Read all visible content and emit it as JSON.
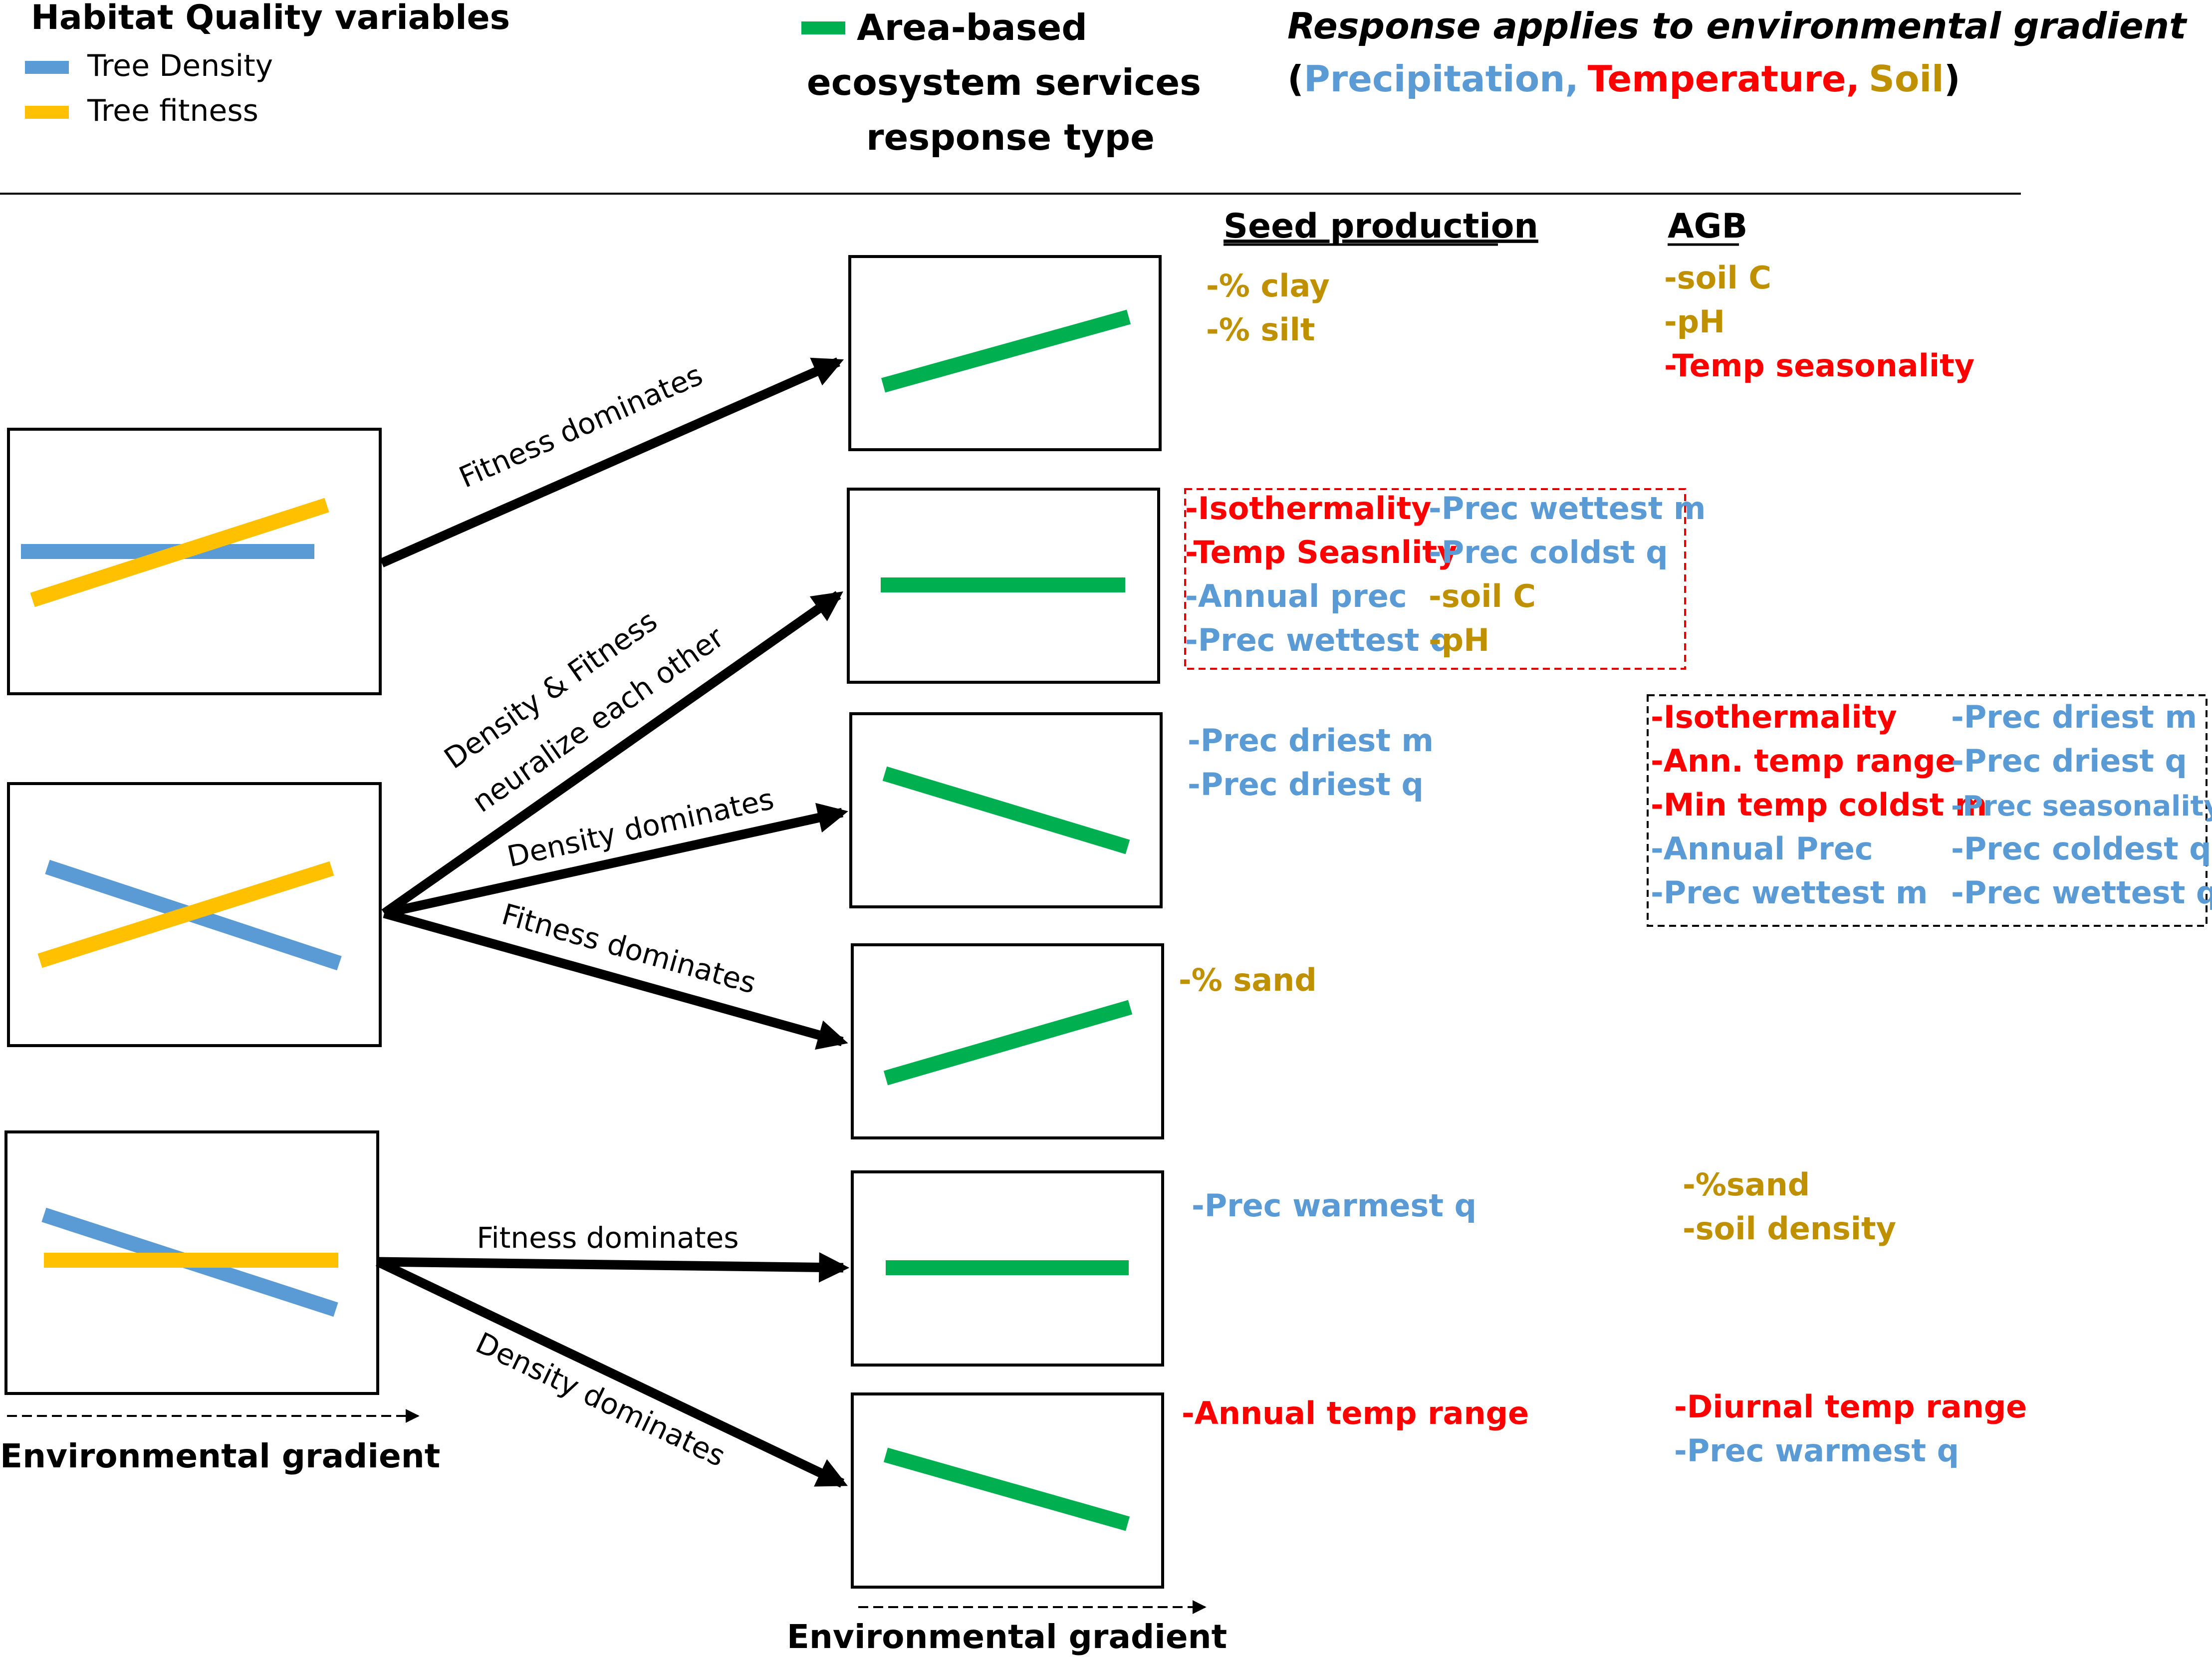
{
  "legend": {
    "habitat_title": "Habitat Quality variables",
    "tree_density": "Tree Density",
    "tree_fitness": "Tree fitness",
    "ecosystem_line1": "Area-based",
    "ecosystem_line2": "ecosystem services",
    "ecosystem_line3": "response type",
    "response_line1": "Response applies to environmental gradient",
    "paren_open": "(",
    "precipitation": "Precipitation,",
    "temperature": "Temperature,",
    "soil": "Soil",
    "paren_close": ")"
  },
  "colors": {
    "precipitation": "#5b9bd5",
    "temperature": "#ff0000",
    "soil": "#bf9000",
    "tree_density": "#5b9bd5",
    "tree_fitness": "#ffc000",
    "ecosystem": "#00b050"
  },
  "headers": {
    "seed_production": "Seed production",
    "agb": "AGB"
  },
  "arrows": {
    "a1": "Fitness dominates",
    "a2_line1": "Density & Fitness",
    "a2_line2": "neuralize each other",
    "a3": "Density dominates",
    "a4": "Fitness dominates",
    "a5": "Fitness dominates",
    "a6": "Density dominates"
  },
  "axis": {
    "env_gradient_left": "Environmental gradient",
    "env_gradient_bottom": "Environmental gradient"
  },
  "seed": {
    "r1": [
      "-% clay",
      "-% silt"
    ],
    "r2_col1": [
      "-Isothermality",
      "-Temp Seasnlity",
      "-Annual prec",
      "-Prec wettest q"
    ],
    "r2_col2": [
      "-Prec wettest m",
      "-Prec coldst q",
      "-soil C",
      "-pH"
    ],
    "r3": [
      "-Prec driest m",
      "-Prec driest q"
    ],
    "r4": [
      "-% sand"
    ],
    "r5": [
      "-Prec warmest q"
    ],
    "r6": [
      "-Annual temp range"
    ]
  },
  "agb": {
    "r1": [
      "-soil C",
      "-pH",
      "-Temp seasonality"
    ],
    "r3_col1": [
      "-Isothermality",
      "-Ann. temp range",
      "-Min temp coldst m",
      "-Annual Prec",
      "-Prec wettest m"
    ],
    "r3_col2": [
      "-Prec driest m",
      "-Prec driest q",
      "-Prec seasonality",
      "-Prec coldest q",
      "-Prec wettest q"
    ],
    "r5": [
      "-%sand",
      "-soil density"
    ],
    "r6": [
      "-Diurnal temp range",
      "-Prec warmest q"
    ]
  }
}
